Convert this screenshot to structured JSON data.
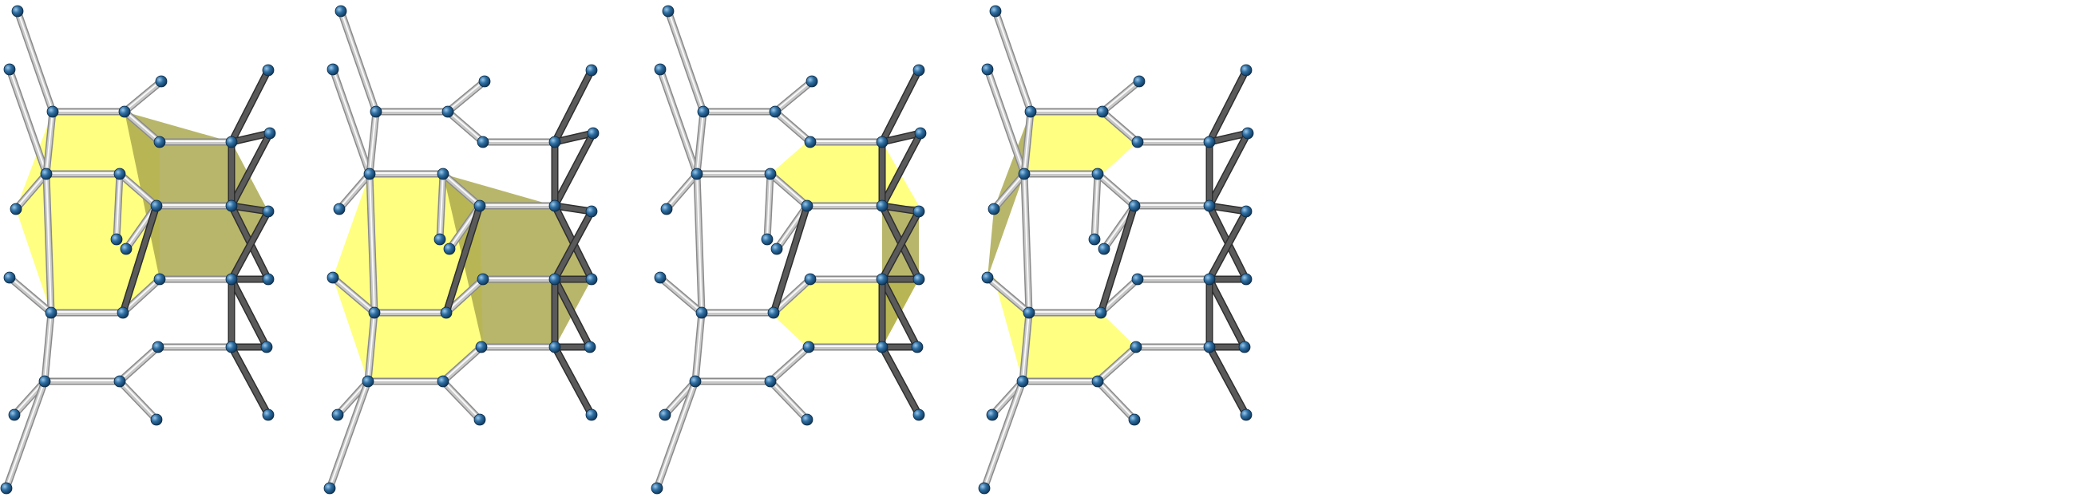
{
  "colors": {
    "background": "#ffffff",
    "face_light": "#ffff66",
    "face_dark": "#a8a64a",
    "bond_light": "#c8c8c8",
    "bond_dark": "#5a5a5a",
    "atom": "#2a6496"
  },
  "panels": [
    {
      "id": "panel-1",
      "highlight": "two-fused-rings"
    },
    {
      "id": "panel-2",
      "highlight": "two-fused-rings-alt"
    },
    {
      "id": "panel-3",
      "highlight": "ring-ladder-right"
    },
    {
      "id": "panel-4",
      "highlight": "ring-ladder-left"
    }
  ]
}
